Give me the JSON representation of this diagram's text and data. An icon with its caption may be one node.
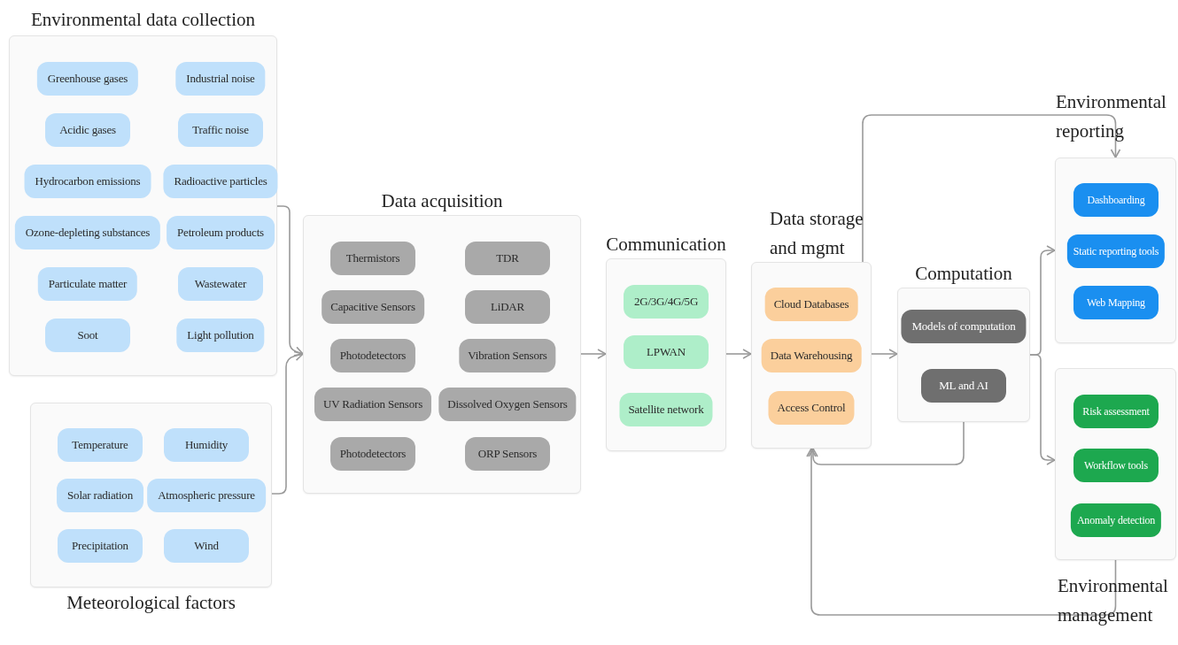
{
  "diagram": {
    "nodes": [
      {
        "text": [
          "Environmental data collection"
        ]
      },
      {
        "text": [
          "Greenhouse gases"
        ],
        "in": 0
      },
      {
        "text": [
          "Industrial noise"
        ],
        "in": 0
      },
      {
        "text": [
          "Acidic gases"
        ],
        "in": 0
      },
      {
        "text": [
          "Traffic noise"
        ],
        "in": 0
      },
      {
        "text": [
          "Hydrocarbon emissions"
        ],
        "in": 0
      },
      {
        "text": [
          "Radioactive particles"
        ],
        "in": 0
      },
      {
        "text": [
          "Ozone-depleting substances"
        ],
        "in": 0
      },
      {
        "text": [
          "Petroleum products"
        ],
        "in": 0
      },
      {
        "text": [
          "Particulate matter"
        ],
        "in": 0
      },
      {
        "text": [
          "Wastewater"
        ],
        "in": 0
      },
      {
        "text": [
          "Soot"
        ],
        "in": 0
      },
      {
        "text": [
          "Light pollution"
        ],
        "in": 0
      },
      {
        "text": [
          "Meteorological factors"
        ]
      },
      {
        "text": [
          "Temperature"
        ],
        "in": 13
      },
      {
        "text": [
          "Humidity"
        ],
        "in": 13
      },
      {
        "text": [
          "Solar radiation"
        ],
        "in": 13
      },
      {
        "text": [
          "Atmospheric pressure"
        ],
        "in": 13
      },
      {
        "text": [
          "Precipitation"
        ],
        "in": 13
      },
      {
        "text": [
          "Wind"
        ],
        "in": 13
      },
      {
        "text": [
          "Data acquisition"
        ]
      },
      {
        "text": [
          "Thermistors"
        ],
        "in": 20
      },
      {
        "text": [
          "TDR"
        ],
        "in": 20
      },
      {
        "text": [
          "Capacitive Sensors"
        ],
        "in": 20
      },
      {
        "text": [
          "LiDAR"
        ],
        "in": 20
      },
      {
        "text": [
          "Photodetectors"
        ],
        "in": 20
      },
      {
        "text": [
          "Vibration Sensors"
        ],
        "in": 20
      },
      {
        "text": [
          "UV Radiation Sensors"
        ],
        "in": 20
      },
      {
        "text": [
          "Dissolved Oxygen Sensors"
        ],
        "in": 20
      },
      {
        "text": [
          "Photodetectors"
        ],
        "in": 20
      },
      {
        "text": [
          "ORP Sensors"
        ],
        "in": 20
      },
      {
        "text": [
          "Communication"
        ]
      },
      {
        "text": [
          "2G/3G/4G/5G"
        ],
        "in": 31
      },
      {
        "text": [
          "LPWAN"
        ],
        "in": 31
      },
      {
        "text": [
          "Satellite network"
        ],
        "in": 31
      },
      {
        "text": [
          "Data storage and mgmt"
        ]
      },
      {
        "text": [
          "Cloud Databases"
        ],
        "in": 35
      },
      {
        "text": [
          "Data Warehousing"
        ],
        "in": 35
      },
      {
        "text": [
          "Access Control"
        ],
        "in": 35
      },
      {
        "text": [
          "Computation"
        ]
      },
      {
        "text": [
          "Models of computation"
        ],
        "in": 39
      },
      {
        "text": [
          "ML and AI"
        ],
        "in": 39
      },
      {
        "text": [
          "Environmental reporting"
        ]
      },
      {
        "text": [
          "Dashboarding"
        ],
        "in": 42
      },
      {
        "text": [
          "Static reporting tools"
        ],
        "in": 42
      },
      {
        "text": [
          "Web Mapping"
        ],
        "in": 42
      },
      {
        "text": [
          "Environmental management"
        ]
      },
      {
        "text": [
          "Risk assessment"
        ],
        "in": 46
      },
      {
        "text": [
          "Workflow tools"
        ],
        "in": 46
      },
      {
        "text": [
          "Anomaly detection"
        ],
        "in": 46
      }
    ],
    "edges": [
      {
        "from": 0,
        "to": 20,
        "arrow": "to"
      },
      {
        "from": 13,
        "to": 20,
        "arrow": "to"
      },
      {
        "from": 20,
        "to": 31,
        "arrow": "to"
      },
      {
        "from": 31,
        "to": 35,
        "arrow": "to"
      },
      {
        "from": 35,
        "to": 39,
        "arrow": "to"
      },
      {
        "from": 39,
        "to": 42,
        "arrow": "to"
      },
      {
        "from": 39,
        "to": 46,
        "arrow": "to"
      },
      {
        "from": 39,
        "to": 35,
        "arrow": "to"
      },
      {
        "from": 35,
        "to": 42,
        "arrow": "to"
      },
      {
        "from": 46,
        "to": 35,
        "arrow": "to"
      }
    ]
  }
}
